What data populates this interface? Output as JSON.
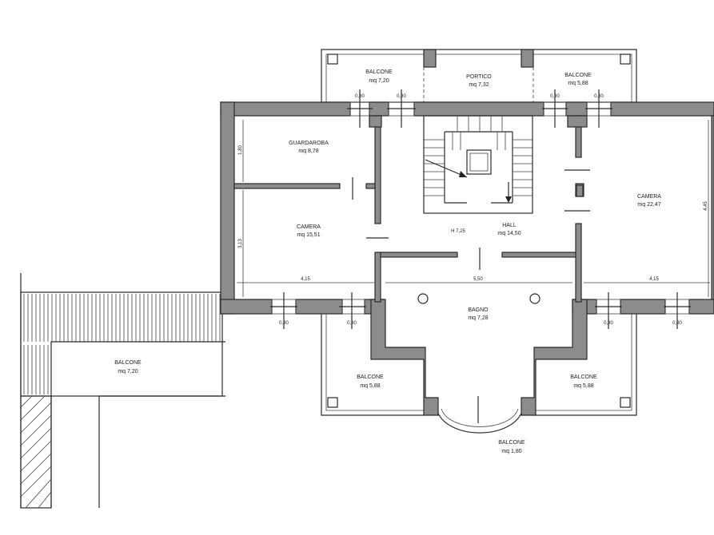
{
  "rooms": {
    "balcone_top_left": {
      "name": "BALCONE",
      "area": "mq 7,20"
    },
    "portico": {
      "name": "PORTICO",
      "area": "mq 7,32"
    },
    "balcone_top_right": {
      "name": "BALCONE",
      "area": "mq 5,88"
    },
    "guardaroba": {
      "name": "GUARDAROBA",
      "area": "mq 8,78"
    },
    "camera_left": {
      "name": "CAMERA",
      "area": "mq 15,51"
    },
    "hall": {
      "name": "HALL",
      "area": "mq 14,50"
    },
    "camera_right": {
      "name": "CAMERA",
      "area": "mq 22,47"
    },
    "bagno": {
      "name": "BAGNO",
      "area": "mq 7,28"
    },
    "balcone_bottom_left": {
      "name": "BALCONE",
      "area": "mq 5,88"
    },
    "balcone_bottom_right": {
      "name": "BALCONE",
      "area": "mq 5,88"
    },
    "balcone_bottom_center": {
      "name": "BALCONE",
      "area": "mq 1,80"
    },
    "balcone_far_left": {
      "name": "BALCONE",
      "area": "mq 7,20"
    }
  },
  "dimensions": {
    "left_vertical_top": "1,80",
    "left_vertical_mid": "3,13",
    "right_vertical": "4,45",
    "bottom_left_width": "4,15",
    "bottom_center_width": "5,50",
    "bottom_right_width": "4,15",
    "stair_height": "H 7,25"
  },
  "windows": {
    "top_1": "0,80",
    "top_2": "0,80",
    "top_3": "0,80",
    "top_4": "0,80",
    "bottom_1": "0,80",
    "bottom_2": "0,80",
    "bottom_3": "0,80",
    "bottom_4": "0,80"
  }
}
